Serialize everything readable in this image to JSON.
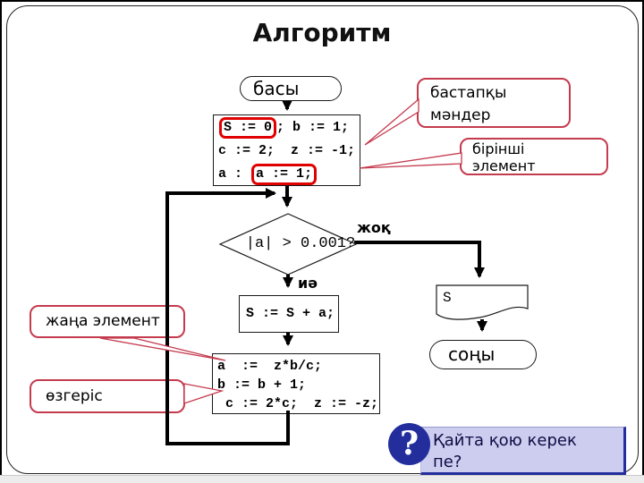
{
  "slide": {
    "title": "Алгоритм"
  },
  "flowchart": {
    "start": "басы",
    "end": "соңы",
    "init": {
      "l1_hl": "S := 0",
      "l1_rest": "; b := 1;",
      "l2": "c := 2;  z := -1;",
      "l3_pre": "a : ",
      "l3_hl": "a := 1;"
    },
    "cond": "|a| > 0.001?",
    "no": "жоқ",
    "yes": "иә",
    "sum": "S := S + a;",
    "update": {
      "l1": "a  :=  z*b/c;",
      "l2": "b := b + 1;",
      "l3": " c := 2*c;  z := -z;"
    },
    "out": "S"
  },
  "callouts": {
    "initial": "бастапқы\nмәндер",
    "first": "бірінші\nэлемент",
    "new_elem": "жаңа элемент",
    "change": "өзгеріс"
  },
  "note": {
    "icon": "?",
    "text": "Қайта қою керек\nпе?"
  },
  "colors": {
    "callout_red": "#c43b4e",
    "highlight_red": "#e00000",
    "note_bg": "#cdcdf0",
    "note_navy": "#232e9c"
  }
}
